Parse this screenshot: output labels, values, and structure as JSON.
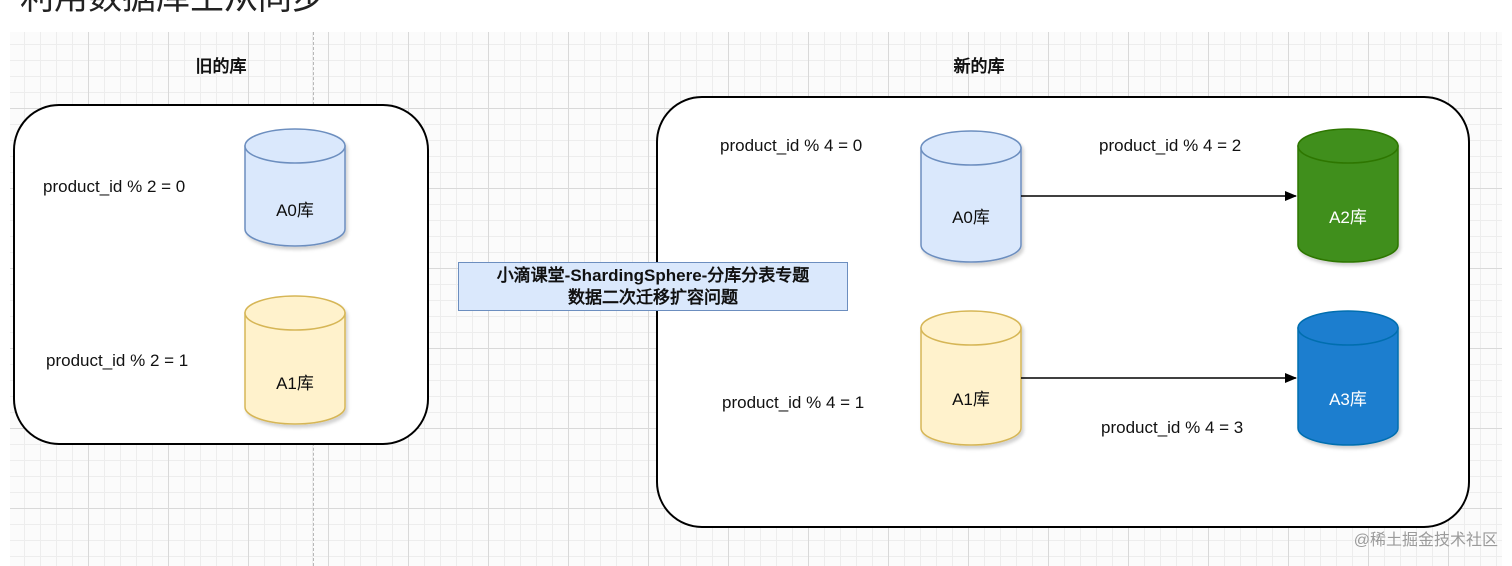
{
  "page_title": "利用数据库主从同步",
  "old_db": {
    "heading": "旧的库",
    "rules": [
      "product_id % 2 = 0",
      "product_id % 2 = 1"
    ],
    "databases": [
      {
        "label": "A0库",
        "fill": "#dae8fc",
        "stroke": "#6c8ebf",
        "text_color": "#111111"
      },
      {
        "label": "A1库",
        "fill": "#fff2cc",
        "stroke": "#d6b656",
        "text_color": "#111111"
      }
    ]
  },
  "new_db": {
    "heading": "新的库",
    "rules": [
      "product_id % 4 = 0",
      "product_id % 4 = 2",
      "product_id % 4 = 1",
      "product_id % 4 = 3"
    ],
    "databases": [
      {
        "label": "A0库",
        "fill": "#dae8fc",
        "stroke": "#6c8ebf",
        "text_color": "#111111"
      },
      {
        "label": "A2库",
        "fill": "#3f8f1c",
        "stroke": "#2d7600",
        "text_color": "#ffffff"
      },
      {
        "label": "A1库",
        "fill": "#fff2cc",
        "stroke": "#d6b656",
        "text_color": "#111111"
      },
      {
        "label": "A3库",
        "fill": "#1e7ecf",
        "stroke": "#006eaf",
        "text_color": "#ffffff"
      }
    ]
  },
  "banner": {
    "line1": "小滴课堂-ShardingSphere-分库分表专题",
    "line2": "数据二次迁移扩容问题"
  },
  "watermark": "@稀土掘金技术社区"
}
